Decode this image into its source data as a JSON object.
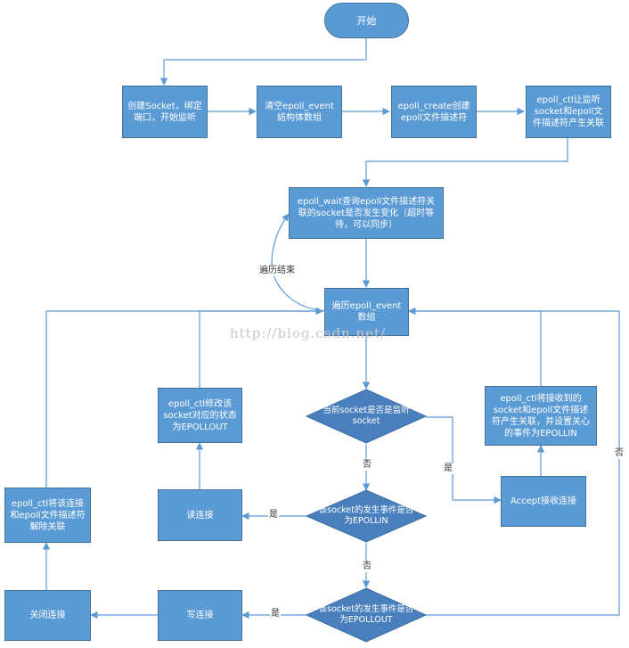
{
  "nodes": {
    "start": "开始",
    "create_socket": "创建Socket，绑定端口，开始监听",
    "clear_events": "清空epoll_event结构体数组",
    "epoll_create": "epoll_create创建epoll文件描述符",
    "epoll_ctl_associate": "epoll_ctl让监听socket和epoll文件描述符产生关联",
    "epoll_wait": "epoll_wait查询epoll文件描述符关联的socket是否发生变化（超时等待，可以同步）",
    "traverse_events": "遍历epoll_event数组",
    "is_listen_socket": "当前socket是否是监听socket",
    "accept": "Accept接收连接",
    "epoll_ctl_register_accepted": "epoll_ctl将接收到的socket和epoll文件描述符产生关联，并设置关心的事件为EPOLLIN",
    "is_epollin": "该socket的发生事件是否为EPOLLIN",
    "read": "读连接",
    "epoll_ctl_set_epollout": "epoll_ctl修改该socket对应的状态为EPOLLOUT",
    "is_epollout": "该socket的发生事件是否为EPOLLOUT",
    "write": "写连接",
    "close": "关闭连接",
    "epoll_ctl_remove": "epoll_ctl将该连接和epoll文件描述符解除关联"
  },
  "edge_labels": {
    "traverse_done": "遍历结束",
    "yes_accept": "是",
    "no_to_epollin": "否",
    "yes_read": "是",
    "no_to_epollout": "否",
    "yes_write": "是",
    "no_back": "否"
  },
  "watermark": "http://blog.csdn.net/",
  "colors": {
    "shape_fill": "#5b9bd5",
    "shape_border": "#41719c",
    "diamond_fill": "#4a7fbd",
    "connector": "#5b9bd5",
    "text_on_shape": "#ffffff",
    "edge_label_text": "#333333"
  }
}
